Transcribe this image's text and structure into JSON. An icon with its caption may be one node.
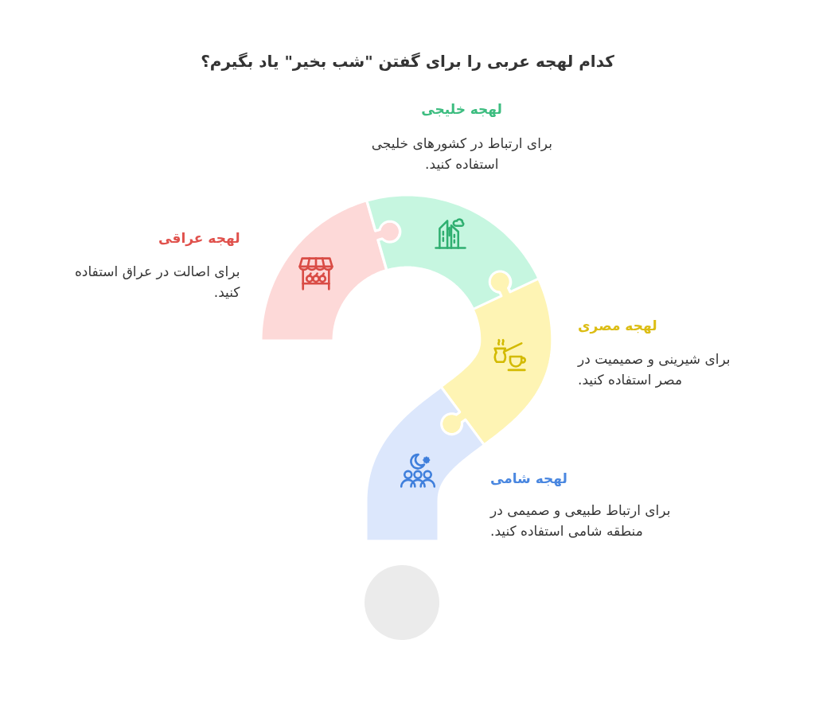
{
  "diagram": {
    "title": "کدام لهجه عربی را برای گفتن \"شب بخیر\" یاد بگیرم؟",
    "nodes": [
      {
        "text": [
          "لهجه عراقی",
          "برای اصالت در عراق استفاده کنید."
        ]
      },
      {
        "text": [
          "لهجه خلیجی",
          "برای ارتباط در کشورهای خلیجی استفاده کنید."
        ]
      },
      {
        "text": [
          "لهجه مصری",
          "برای شیرینی و صمیمیت در مصر استفاده کنید."
        ]
      },
      {
        "text": [
          "لهجه شامی",
          "برای ارتباط طبیعی و صمیمی در منطقه شامی استفاده کنید."
        ]
      },
      {
        "text": [],
        "shape": "circle"
      }
    ]
  }
}
